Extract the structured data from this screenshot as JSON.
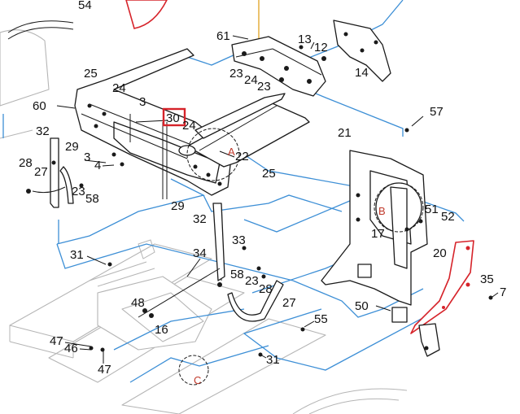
{
  "colors": {
    "line_blue": "#3d8fd6",
    "highlight_red": "#d6232a",
    "zone_red": "#c0392b",
    "part_black": "#1a1a1a",
    "ghost_gray": "#b5b5b5",
    "fender_red": "#d6232a",
    "shaft_orange": "#e0a020"
  },
  "highlighted_callout": "30",
  "callouts": {
    "c54": "54",
    "c61": "61",
    "c13": "13",
    "c12": "12",
    "c14": "14",
    "c25a": "25",
    "c23a": "23",
    "c24a": "24",
    "c23b": "23",
    "c24b": "24",
    "c3a": "3",
    "c60": "60",
    "c57": "57",
    "c30": "30",
    "c24c": "24",
    "c32a": "32",
    "c21": "21",
    "c22": "22",
    "c28a": "28",
    "c27a": "27",
    "c29a": "29",
    "c3b": "3",
    "c4": "4",
    "c25b": "25",
    "c23c": "23",
    "c58a": "58",
    "c29b": "29",
    "c51": "51",
    "c52": "52",
    "c32b": "32",
    "c17": "17",
    "c33": "33",
    "c31a": "31",
    "c34": "34",
    "c20": "20",
    "c58b": "58",
    "c23d": "23",
    "c28b": "28",
    "c35": "35",
    "c7": "7",
    "c48": "48",
    "c27b": "27",
    "c50": "50",
    "c16": "16",
    "c55": "55",
    "c47a": "47",
    "c46": "46",
    "c47b": "47",
    "c31b": "31"
  },
  "zones": {
    "a": "A",
    "b": "B",
    "c": "C"
  }
}
